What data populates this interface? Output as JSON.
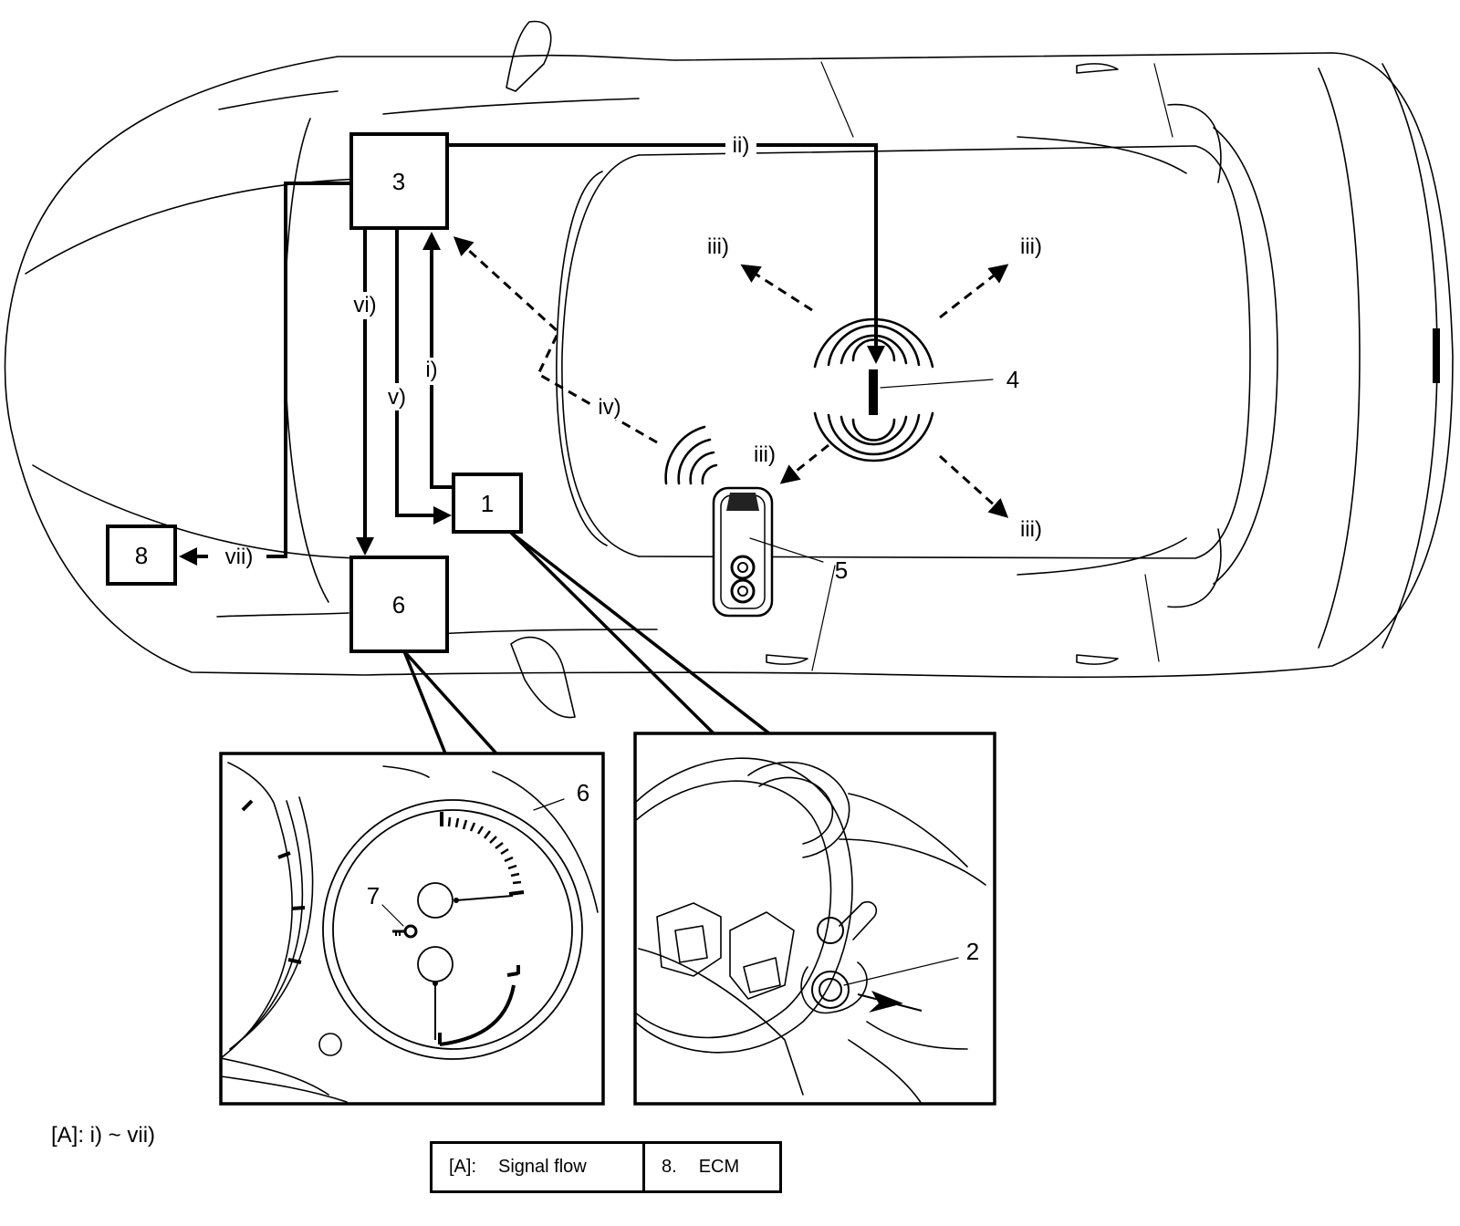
{
  "labels": {
    "box1": "1",
    "box3": "3",
    "box6": "6",
    "box8": "8",
    "callout2": "2",
    "callout4": "4",
    "callout5": "5",
    "callout6": "6",
    "callout7": "7"
  },
  "signals": {
    "i": "i)",
    "ii": "ii)",
    "iii": "iii)",
    "iv": "iv)",
    "v": "v)",
    "vi": "vi)",
    "vii": "vii)"
  },
  "signal_range": "[A]: i) ~ vii)",
  "legend": {
    "a_key": "[A]:",
    "a_text": "Signal flow",
    "ecm_key": "8.",
    "ecm_text": "ECM"
  }
}
